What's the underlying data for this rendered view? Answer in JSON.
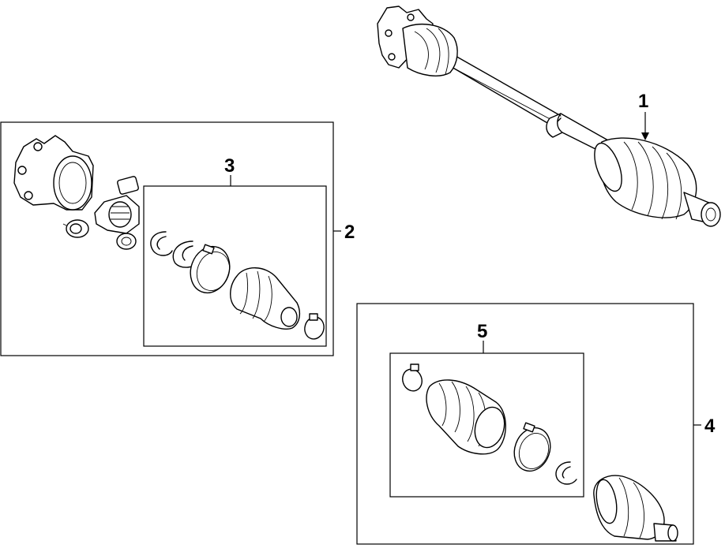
{
  "callouts": {
    "c1": "1",
    "c2": "2",
    "c3": "3",
    "c4": "4",
    "c5": "5"
  },
  "parts": [
    {
      "number": "1",
      "icon": "axle-shaft-assembly-icon"
    },
    {
      "number": "2",
      "icon": "inner-cv-joint-kit-icon"
    },
    {
      "number": "3",
      "icon": "inner-boot-kit-icon"
    },
    {
      "number": "4",
      "icon": "outer-cv-joint-kit-icon"
    },
    {
      "number": "5",
      "icon": "outer-boot-kit-icon"
    }
  ],
  "colors": {
    "line": "#000000",
    "background": "#ffffff"
  }
}
